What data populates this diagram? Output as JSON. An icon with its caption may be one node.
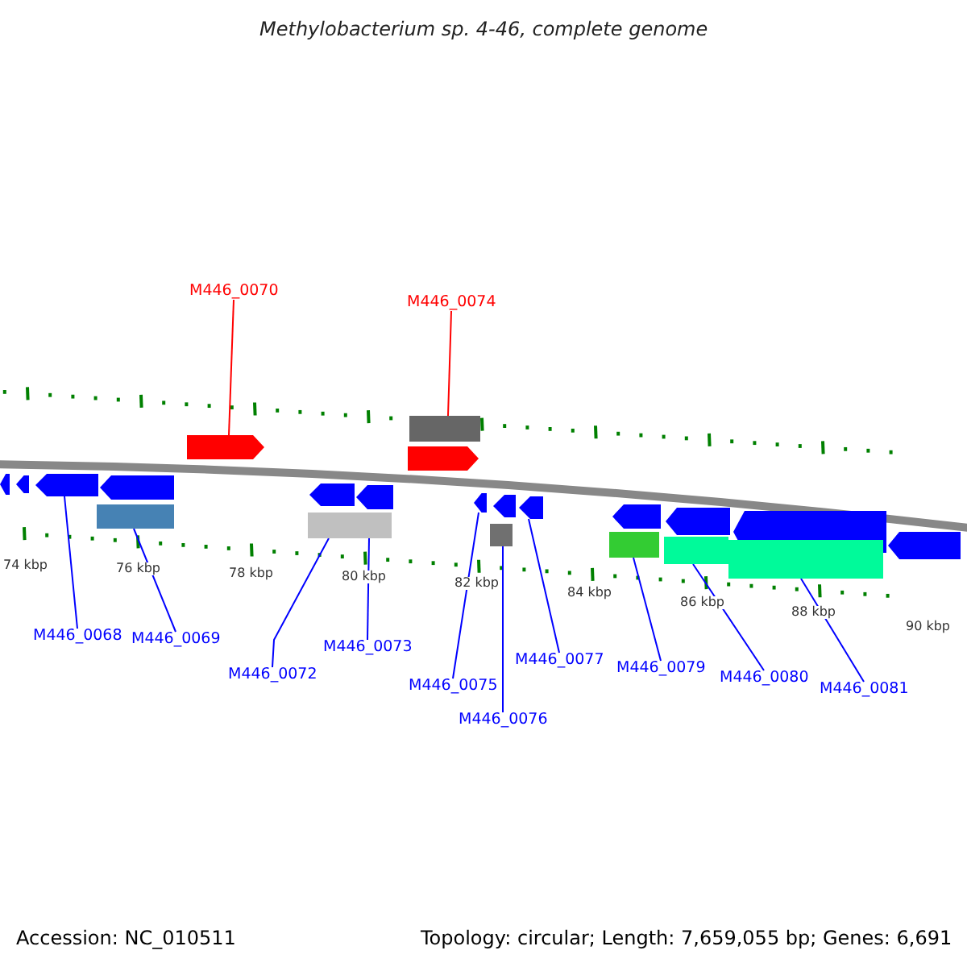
{
  "diagram": {
    "title": "Methylobacterium sp. 4-46, complete genome",
    "nodes": [
      {
        "text": [
          "M446_0070"
        ]
      },
      {
        "text": [
          "M446_0074"
        ]
      },
      {
        "text": [
          "M446_0068"
        ]
      },
      {
        "text": [
          "M446_0069"
        ]
      },
      {
        "text": [
          "M446_0072"
        ]
      },
      {
        "text": [
          "M446_0073"
        ]
      },
      {
        "text": [
          "M446_0075"
        ]
      },
      {
        "text": [
          "M446_0076"
        ]
      },
      {
        "text": [
          "M446_0077"
        ]
      },
      {
        "text": [
          "M446_0079"
        ]
      },
      {
        "text": [
          "M446_0080"
        ]
      },
      {
        "text": [
          "M446_0081"
        ]
      },
      {
        "text": [],
        "shape": "pentagon"
      },
      {
        "text": [],
        "shape": "pentagon"
      },
      {
        "text": [],
        "shape": "pentagon"
      },
      {
        "text": [],
        "shape": "pentagon"
      },
      {
        "text": [],
        "shape": "pentagon"
      },
      {
        "text": [],
        "shape": "pentagon"
      },
      {
        "text": [],
        "shape": "pentagon"
      },
      {
        "text": [],
        "shape": "pentagon"
      },
      {
        "text": [],
        "shape": "pentagon"
      },
      {
        "text": [],
        "shape": "pentagon"
      },
      {
        "text": [],
        "shape": "pentagon"
      },
      {
        "text": [],
        "shape": "pentagon"
      },
      {
        "text": [],
        "shape": "pentagon"
      },
      {
        "text": [],
        "shape": "box"
      },
      {
        "text": [],
        "shape": "box"
      },
      {
        "text": [],
        "shape": "box"
      },
      {
        "text": [],
        "shape": "box"
      },
      {
        "text": [],
        "shape": "box"
      },
      {
        "text": [],
        "shape": "box"
      },
      {
        "text": [],
        "shape": "box"
      },
      {
        "text": [],
        "shape": "pentagon"
      },
      {
        "text": [],
        "shape": "box"
      },
      {
        "text": [],
        "shape": "pentagon"
      }
    ],
    "edges": [
      {
        "from": 0,
        "to": 32,
        "arrow": "none",
        "color": "#ff0000"
      },
      {
        "from": 1,
        "to": 33,
        "arrow": "none",
        "color": "#ff0000"
      },
      {
        "from": 2,
        "to": 14,
        "arrow": "none"
      },
      {
        "from": 3,
        "to": 25,
        "arrow": "none"
      },
      {
        "from": 4,
        "to": 26,
        "arrow": "none"
      },
      {
        "from": 5,
        "to": 27,
        "arrow": "none"
      },
      {
        "from": 6,
        "to": 18,
        "arrow": "none"
      },
      {
        "from": 7,
        "to": 28,
        "arrow": "none"
      },
      {
        "from": 8,
        "to": 20,
        "arrow": "none"
      },
      {
        "from": 9,
        "to": 29,
        "arrow": "none"
      },
      {
        "from": 10,
        "to": 30,
        "arrow": "none"
      },
      {
        "from": 11,
        "to": 31,
        "arrow": "none"
      }
    ],
    "labels": [
      "74 kbp",
      "76 kbp",
      "78 kbp",
      "80 kbp",
      "82 kbp",
      "84 kbp",
      "86 kbp",
      "88 kbp",
      "90 kbp",
      "Accession: NC_010511",
      "Topology: circular; Length: 7,659,055 bp; Genes: 6,691"
    ]
  }
}
